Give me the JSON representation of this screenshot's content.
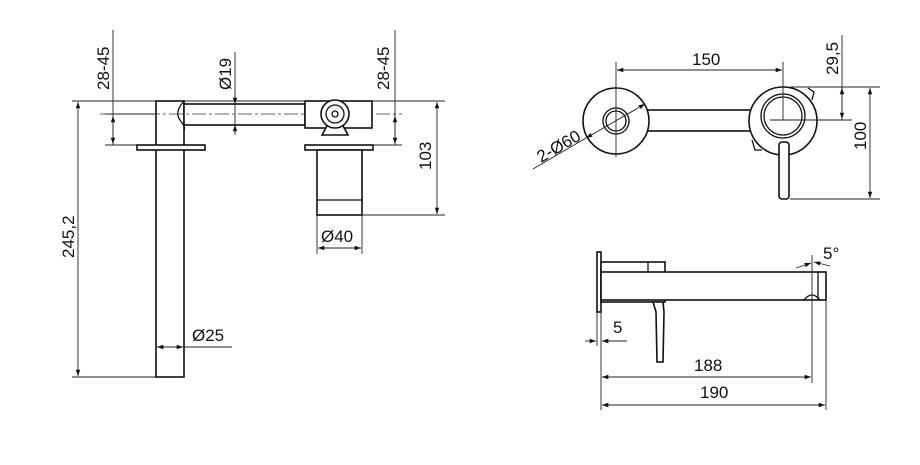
{
  "front_view": {
    "height_total": "245,2",
    "wall_depth_left": "28-45",
    "pipe_diameter": "Ø19",
    "wall_depth_right": "28-45",
    "valve_height": "103",
    "cartridge_diameter": "Ø40",
    "spout_diameter": "Ø25"
  },
  "top_view": {
    "center_distance": "150",
    "rosette_diameter": "2-Ø60",
    "lever_offset": "29,5",
    "lever_depth": "100"
  },
  "side_view": {
    "angle": "5°",
    "plate_thickness": "5",
    "spout_length_inner": "188",
    "spout_length_total": "190"
  }
}
